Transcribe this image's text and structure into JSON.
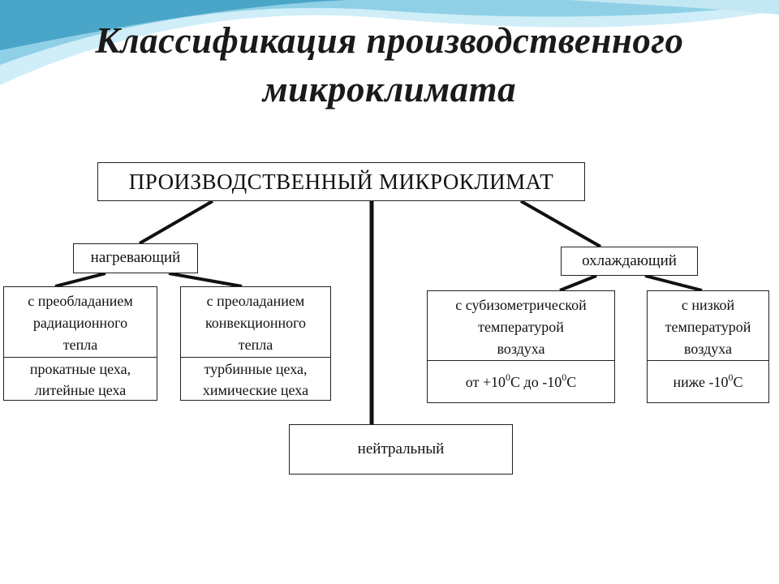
{
  "slide": {
    "title_line1": "Классификация производственного",
    "title_line2": "микроклимата",
    "wave_colors": [
      "#4aa6c9",
      "#8fd0e6",
      "#cfeef8"
    ]
  },
  "diagram": {
    "root": "ПРОИЗВОДСТВЕННЫЙ МИКРОКЛИМАТ",
    "heating": {
      "label": "нагревающий",
      "radiation": {
        "line1": "с преобладанием",
        "line2": "радиационного",
        "line3": "тепла",
        "examples_line1": "прокатные цеха,",
        "examples_line2": "литейные цеха"
      },
      "convection": {
        "line1": "с преоладанием",
        "line2": "конвекционного",
        "line3": "тепла",
        "examples_line1": "турбинные цеха,",
        "examples_line2": "химические цеха"
      }
    },
    "cooling": {
      "label": "охлаждающий",
      "subisometric": {
        "line1": "с субизометрической",
        "line2": "температурой",
        "line3": "воздуха",
        "range_from": "от +10",
        "deg1": "0",
        "range_mid": "С до -10",
        "deg2": "0",
        "range_end": "С"
      },
      "low": {
        "line1": "с низкой",
        "line2": "температурой",
        "line3": "воздуха",
        "range_text": "ниже -10",
        "deg": "0",
        "range_end": "С"
      }
    },
    "neutral": "нейтральный"
  }
}
